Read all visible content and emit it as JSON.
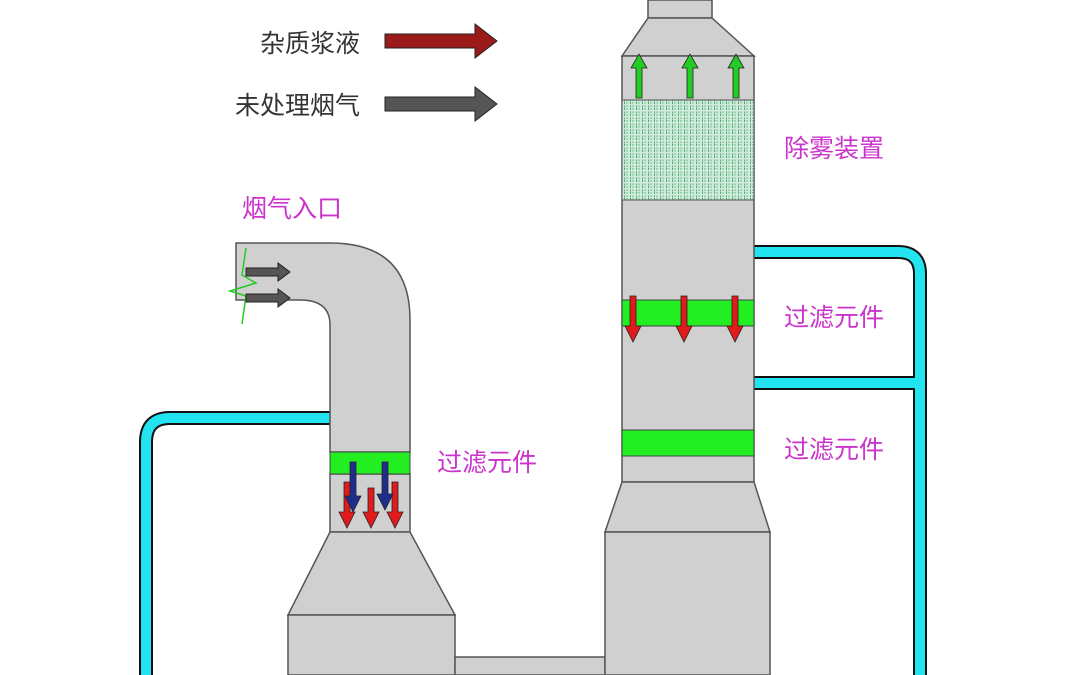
{
  "legend": {
    "slurry": "杂质浆液",
    "raw_gas": "未处理烟气"
  },
  "labels": {
    "inlet": "烟气入口",
    "demister": "除雾装置",
    "filter_upper": "过滤元件",
    "filter_middle": "过滤元件",
    "filter_left": "过滤元件"
  },
  "colors": {
    "body": "#d0d0d0",
    "outline": "#555555",
    "pipe": "#22e3f0",
    "filter": "#22ee22",
    "slurry_arrow": "#9b1b1b",
    "gas_arrow": "#555555",
    "flow_down": "#e11b1b",
    "flow_up": "#22cc22",
    "label_magenta": "#cc33cc",
    "demister_fill": "#66bb88"
  }
}
